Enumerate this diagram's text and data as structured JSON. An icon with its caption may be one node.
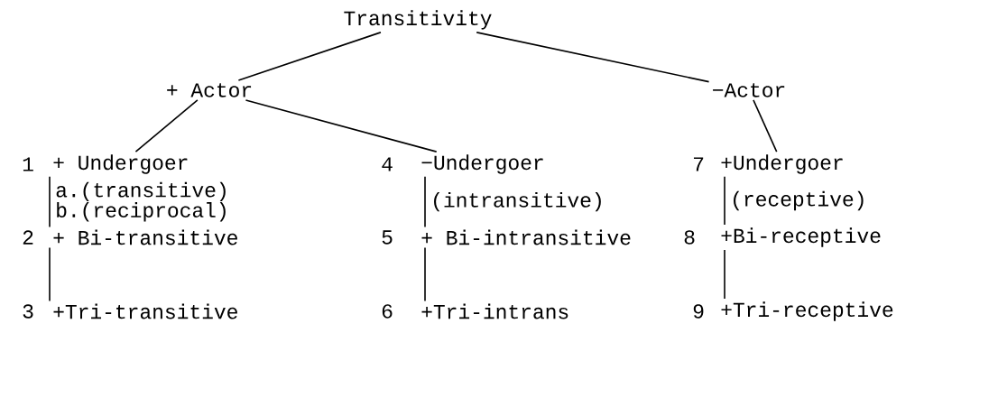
{
  "diagram": {
    "nodes": [
      {
        "text": [
          "Transitivity"
        ]
      },
      {
        "text": [
          "+ Actor"
        ]
      },
      {
        "text": [
          "−Actor"
        ]
      },
      {
        "text": [
          "+ Undergoer"
        ],
        "beside": [
          "1"
        ]
      },
      {
        "text": [
          "−Undergoer"
        ],
        "beside": [
          "4"
        ]
      },
      {
        "text": [
          "+Undergoer"
        ],
        "beside": [
          "7"
        ]
      },
      {
        "text": [
          "+ Bi-transitive"
        ],
        "beside": [
          "2"
        ]
      },
      {
        "text": [
          "+ Bi-intransitive"
        ],
        "beside": [
          "5"
        ]
      },
      {
        "text": [
          "+Bi-receptive"
        ],
        "beside": [
          "8"
        ]
      },
      {
        "text": [
          "+Tri-transitive"
        ],
        "beside": [
          "3"
        ]
      },
      {
        "text": [
          "+Tri-intrans"
        ],
        "beside": [
          "6"
        ]
      },
      {
        "text": [
          "+Tri-receptive"
        ],
        "beside": [
          "9"
        ]
      }
    ],
    "edges": [
      {
        "from": 0,
        "to": 1,
        "arrow": "none"
      },
      {
        "from": 0,
        "to": 2,
        "arrow": "none"
      },
      {
        "from": 1,
        "to": 3,
        "arrow": "none"
      },
      {
        "from": 1,
        "to": 4,
        "arrow": "none"
      },
      {
        "from": 2,
        "to": 5,
        "arrow": "none"
      },
      {
        "from": 3,
        "to": 6,
        "arrow": "none",
        "label": "a.(transitive) b.(reciprocal)"
      },
      {
        "from": 4,
        "to": 7,
        "arrow": "none",
        "label": "(intransitive)"
      },
      {
        "from": 5,
        "to": 8,
        "arrow": "none",
        "label": "(receptive)"
      },
      {
        "from": 6,
        "to": 9,
        "arrow": "none"
      },
      {
        "from": 7,
        "to": 10,
        "arrow": "none"
      },
      {
        "from": 8,
        "to": 11,
        "arrow": "none"
      }
    ]
  }
}
